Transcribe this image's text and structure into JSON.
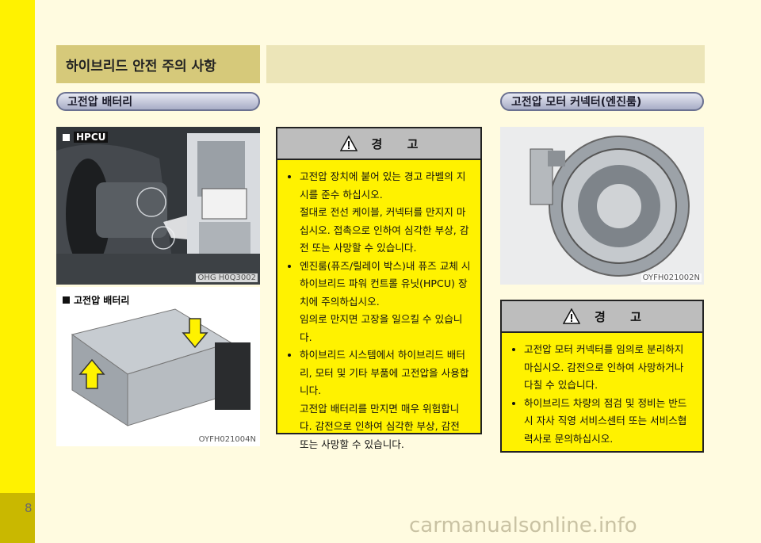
{
  "page": {
    "number": "8",
    "watermark": "carmanualsonline.info"
  },
  "header": {
    "title": "하이브리드 안전 주의 사항"
  },
  "left": {
    "section_title": "고전압 배터리",
    "image1": {
      "tag": "HPCU",
      "caption": "OHG H0Q3002"
    },
    "image2": {
      "tag": "고전압 배터리",
      "caption": "OYFH021004N"
    }
  },
  "middle_warning": {
    "title": "경      고",
    "items": [
      "고전압 장치에 붙어 있는 경고 라벨의 지시를 준수 하십시오.",
      "절대로 전선 케이블, 커넥터를 만지지 마십시오. 접촉으로 인하여 심각한 부상, 감전 또는 사망할 수 있습니다.",
      "엔진룸(퓨즈/릴레이 박스)내 퓨즈 교체 시 하이브리드 파워 컨트롤 유닛(HPCU) 장치에 주의하십시오.",
      "임의로 만지면 고장을 일으킬 수 있습니다.",
      "하이브리드 시스템에서 하이브리드 배터리, 모터 및 기타 부품에 고전압을 사용합니다.",
      "고전압 배터리를 만지면 매우 위험합니다. 감전으로 인하여 심각한 부상, 감전 또는 사망할 수 있습니다."
    ]
  },
  "right": {
    "section_title": "고전압 모터 커넥터(엔진룸)",
    "image": {
      "caption": "OYFH021002N"
    },
    "warning": {
      "title": "경      고",
      "items": [
        "고전압 모터 커넥터를 임의로 분리하지 마십시오. 감전으로 인하여 사망하거나 다칠 수 있습니다.",
        "하이브리드 차량의 점검 및 정비는 반드시 자사 직영 서비스센터 또는 서비스협력사로 문의하십시오."
      ]
    }
  },
  "colors": {
    "accent": "#fff200",
    "sidebar_dark": "#c9b800",
    "header": "#d6c97a"
  }
}
